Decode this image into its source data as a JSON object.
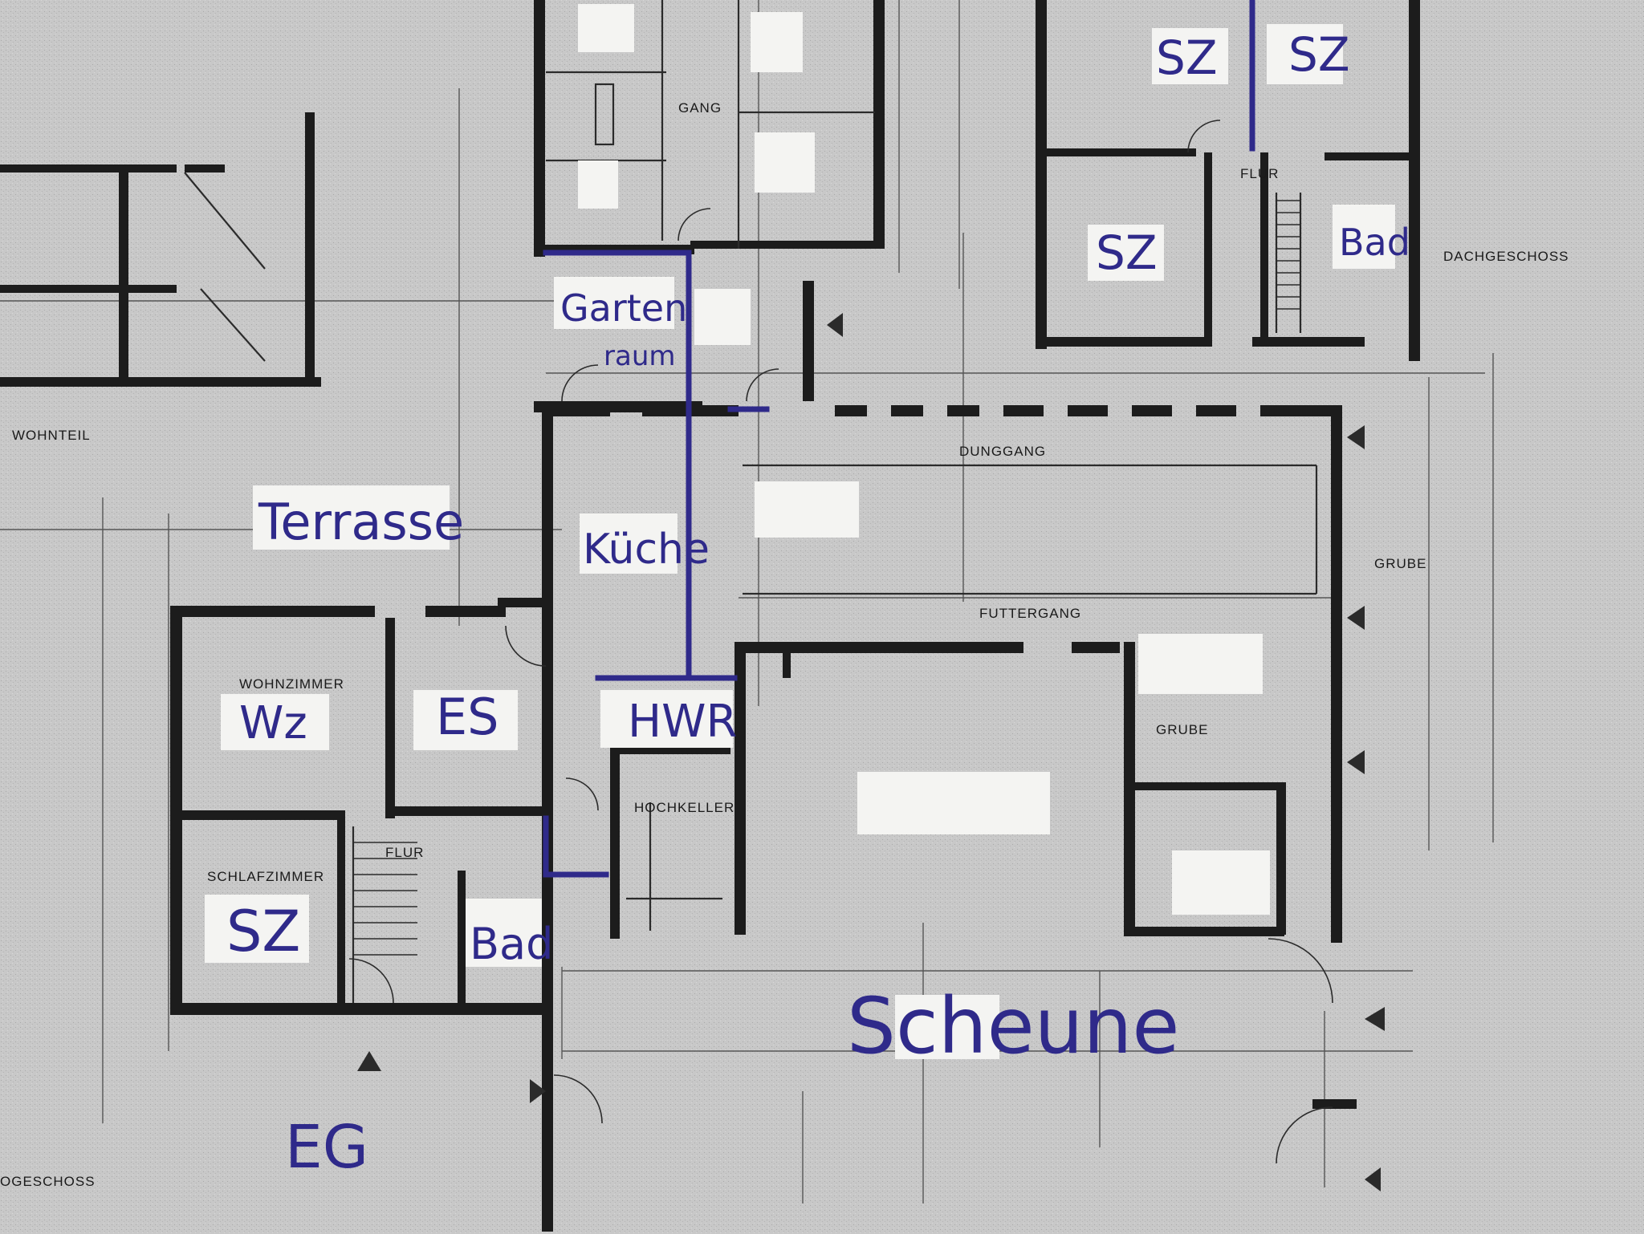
{
  "annotations": {
    "sz_top_left": "SZ",
    "sz_top_right": "SZ",
    "sz_upper": "SZ",
    "bad_upper": "Bad",
    "gartenraum_line1": "Garten",
    "gartenraum_line2": "raum",
    "terrasse": "Terrasse",
    "kueche": "Küche",
    "wz": "Wz",
    "es": "ES",
    "hwr": "HWR",
    "sz_lower": "SZ",
    "bad_lower": "Bad",
    "scheune": "Scheune",
    "eg": "EG"
  },
  "printed_labels": {
    "wohnteil": "WOHNTEIL",
    "dachgeschoss": "DACHGESCHOSS",
    "erdgeschoss_partial": "OGESCHOSS",
    "dunggang": "DUNGGANG",
    "futtergang": "FUTTERGANG",
    "grube": "GRUBE",
    "flur_upper": "FLUR",
    "flur_lower": "FLUR",
    "wohnzimmer": "WOHNZIMMER",
    "schlafzimmer": "SCHLAFZIMMER",
    "hochkeller": "HOCHKELLER",
    "gang": "GANG",
    "jauche": "GRUBE"
  },
  "colors": {
    "paper": "#c9c9c9",
    "wall": "#1c1c1c",
    "pen": "#2f2a8a"
  }
}
